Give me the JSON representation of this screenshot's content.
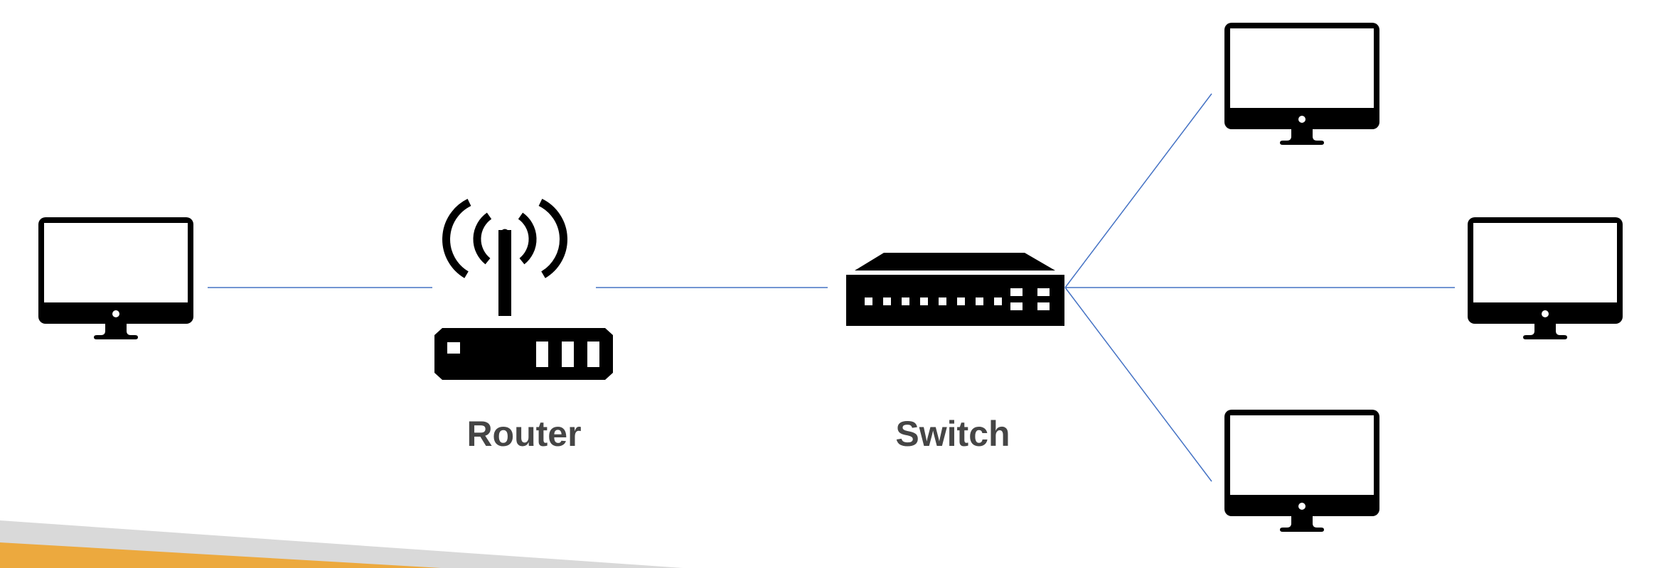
{
  "slide": {
    "background": "#ffffff",
    "accent_color": "#eca93e",
    "accent_shadow_color": "#d9d9d9",
    "link_color": "#4472c4",
    "icon_color": "#000000"
  },
  "labels": {
    "router": "Router",
    "switch": "Switch"
  },
  "nodes": [
    {
      "id": "computer-left",
      "icon": "desktop-monitor-icon"
    },
    {
      "id": "router",
      "icon": "wireless-router-icon"
    },
    {
      "id": "switch",
      "icon": "network-switch-icon"
    },
    {
      "id": "computer-top-right",
      "icon": "desktop-monitor-icon"
    },
    {
      "id": "computer-middle-right",
      "icon": "desktop-monitor-icon"
    },
    {
      "id": "computer-bottom-right",
      "icon": "desktop-monitor-icon"
    }
  ],
  "links": [
    {
      "from": "computer-left",
      "to": "router"
    },
    {
      "from": "router",
      "to": "switch"
    },
    {
      "from": "switch",
      "to": "computer-top-right"
    },
    {
      "from": "switch",
      "to": "computer-middle-right"
    },
    {
      "from": "switch",
      "to": "computer-bottom-right"
    }
  ]
}
